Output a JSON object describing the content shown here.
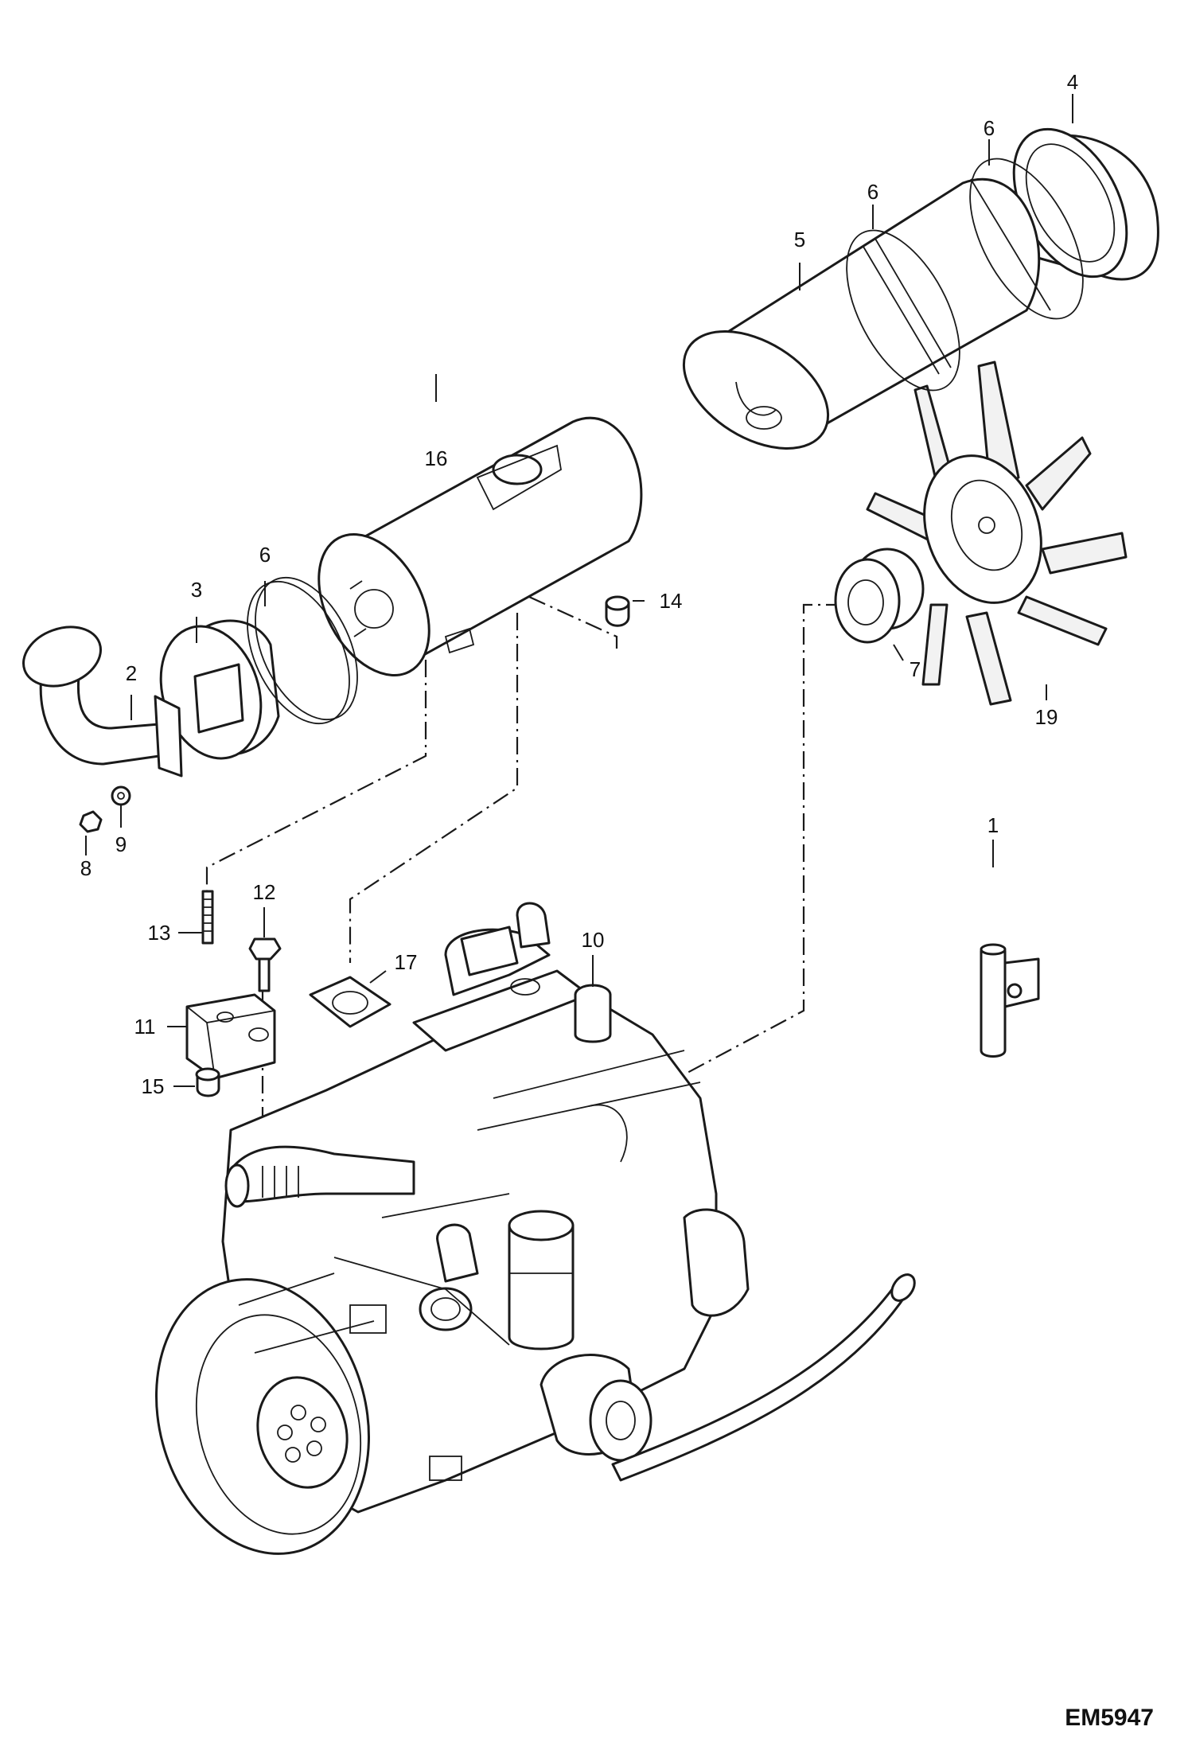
{
  "diagram": {
    "drawing_code": "EM5947",
    "callouts": {
      "c1": "1",
      "c2": "2",
      "c3": "3",
      "c4": "4",
      "c5": "5",
      "c6a": "6",
      "c6b": "6",
      "c6c": "6",
      "c7": "7",
      "c8": "8",
      "c9": "9",
      "c10": "10",
      "c11": "11",
      "c12": "12",
      "c13": "13",
      "c14": "14",
      "c15": "15",
      "c16": "16",
      "c17": "17",
      "c19": "19"
    },
    "parts": [
      {
        "id": "part-1",
        "name": "coolant-pipe"
      },
      {
        "id": "part-2",
        "name": "exhaust-elbow-pipe"
      },
      {
        "id": "part-3",
        "name": "flange-adapter"
      },
      {
        "id": "part-4",
        "name": "shroud-ring"
      },
      {
        "id": "part-5",
        "name": "fan-shroud-cylinder"
      },
      {
        "id": "part-6",
        "name": "hose-clamp"
      },
      {
        "id": "part-7",
        "name": "fan-pulley"
      },
      {
        "id": "part-8",
        "name": "nut"
      },
      {
        "id": "part-9",
        "name": "washer"
      },
      {
        "id": "part-10",
        "name": "engine"
      },
      {
        "id": "part-11",
        "name": "mounting-bracket"
      },
      {
        "id": "part-12",
        "name": "bolt"
      },
      {
        "id": "part-13",
        "name": "stud"
      },
      {
        "id": "part-14",
        "name": "grommet"
      },
      {
        "id": "part-15",
        "name": "rubber-mount"
      },
      {
        "id": "part-16",
        "name": "muffler"
      },
      {
        "id": "part-17",
        "name": "gasket"
      },
      {
        "id": "part-19",
        "name": "cooling-fan"
      }
    ]
  }
}
